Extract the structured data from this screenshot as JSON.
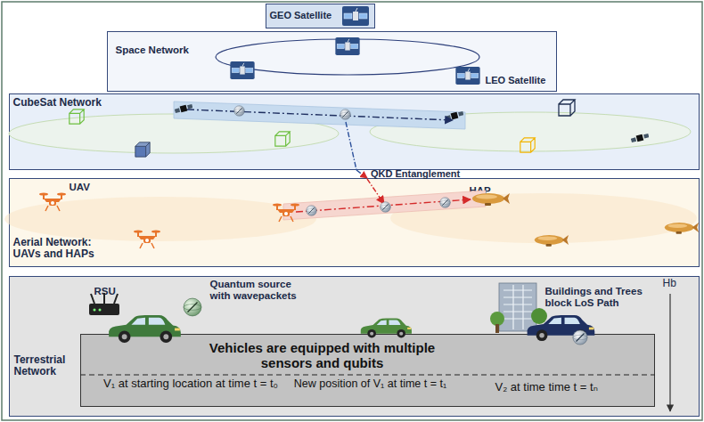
{
  "diagram": {
    "nodes": [
      {
        "text": [
          "GEO Satellite"
        ]
      },
      {
        "text": [
          "Space Network",
          "LEO Satellite"
        ]
      },
      {
        "text": [
          "CubeSat Network"
        ]
      },
      {
        "text": [
          "UAV",
          "HAP",
          "Aerial Network: UAVs and HAPs"
        ]
      },
      {
        "text": [
          "RSU",
          "Quantum source with wavepackets",
          "Buildings and Trees block LoS Path",
          "Hb",
          "Terrestrial Network"
        ]
      },
      {
        "text": [
          "Vehicles are equipped with multiple sensors and qubits",
          "V₁ at starting location at time t = t₀",
          "New position of V₁ at time t = t₁",
          "V₂ at time time t = tₙ"
        ],
        "in": 4
      }
    ],
    "edges": [
      {
        "from": 2,
        "to": 3,
        "arrow": "to",
        "label": "QKD Entanglement"
      }
    ]
  }
}
